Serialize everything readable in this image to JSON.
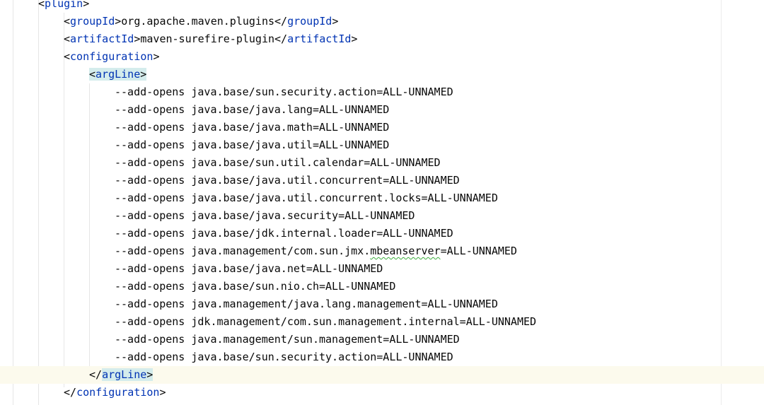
{
  "editor": {
    "lines": [
      {
        "kind": "open",
        "tag": "plugin"
      },
      {
        "kind": "element",
        "tag": "groupId",
        "value": "org.apache.maven.plugins"
      },
      {
        "kind": "element",
        "tag": "artifactId",
        "value": "maven-surefire-plugin"
      },
      {
        "kind": "open",
        "tag": "configuration"
      },
      {
        "kind": "open",
        "tag": "argLine"
      },
      {
        "kind": "text",
        "value": "--add-opens java.base/sun.security.action=ALL-UNNAMED"
      },
      {
        "kind": "text",
        "value": "--add-opens java.base/java.lang=ALL-UNNAMED"
      },
      {
        "kind": "text",
        "value": "--add-opens java.base/java.math=ALL-UNNAMED"
      },
      {
        "kind": "text",
        "value": "--add-opens java.base/java.util=ALL-UNNAMED"
      },
      {
        "kind": "text",
        "value": "--add-opens java.base/sun.util.calendar=ALL-UNNAMED"
      },
      {
        "kind": "text",
        "value": "--add-opens java.base/java.util.concurrent=ALL-UNNAMED"
      },
      {
        "kind": "text",
        "value": "--add-opens java.base/java.util.concurrent.locks=ALL-UNNAMED"
      },
      {
        "kind": "text",
        "value": "--add-opens java.base/java.security=ALL-UNNAMED"
      },
      {
        "kind": "text",
        "value": "--add-opens java.base/jdk.internal.loader=ALL-UNNAMED"
      },
      {
        "kind": "text_squiggle",
        "pre": "--add-opens java.management/com.sun.jmx.",
        "squiggle": "mbeanserver",
        "post": "=ALL-UNNAMED"
      },
      {
        "kind": "text",
        "value": "--add-opens java.base/java.net=ALL-UNNAMED"
      },
      {
        "kind": "text",
        "value": "--add-opens java.base/sun.nio.ch=ALL-UNNAMED"
      },
      {
        "kind": "text",
        "value": "--add-opens java.management/java.lang.management=ALL-UNNAMED"
      },
      {
        "kind": "text",
        "value": "--add-opens jdk.management/com.sun.management.internal=ALL-UNNAMED"
      },
      {
        "kind": "text",
        "value": "--add-opens java.management/sun.management=ALL-UNNAMED"
      },
      {
        "kind": "text",
        "value": "--add-opens java.base/sun.security.action=ALL-UNNAMED"
      },
      {
        "kind": "close",
        "tag": "argLine"
      },
      {
        "kind": "close",
        "tag": "configuration"
      }
    ],
    "colors": {
      "tag": "#0033b3",
      "text": "#080808",
      "current_line": "#fcfaed",
      "bracket_match": "#d4ecec",
      "typo_underline": "#3fae3f"
    }
  }
}
